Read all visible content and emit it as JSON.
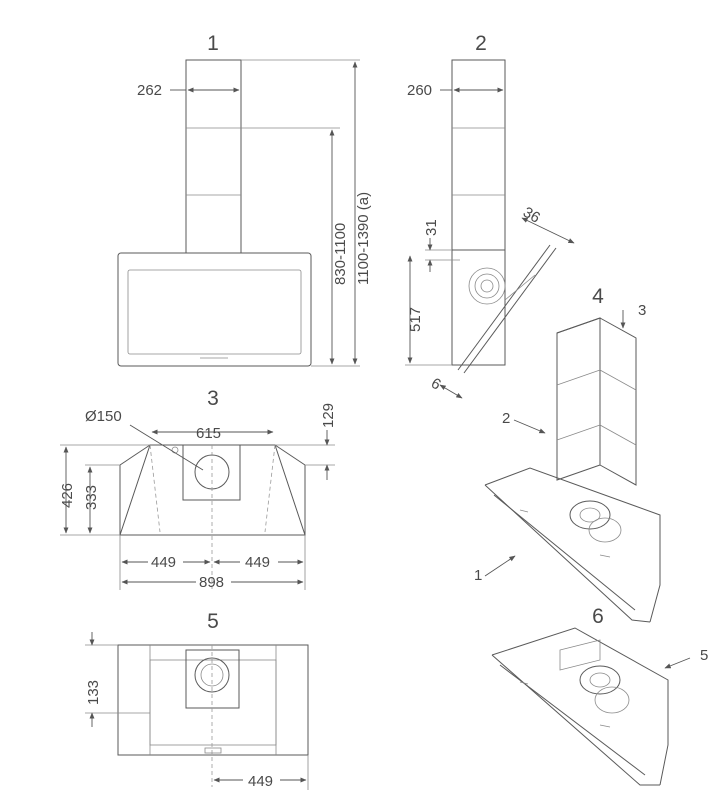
{
  "views": {
    "v1": {
      "number": "1",
      "width": "262",
      "h1": "830-1100",
      "h2": "1100-1390 (a)"
    },
    "v2": {
      "number": "2",
      "width": "260",
      "d36": "36",
      "d31": "31",
      "d517": "517",
      "d6": "6"
    },
    "v3": {
      "number": "3",
      "dia": "Ø150",
      "d615": "615",
      "d129": "129",
      "d426": "426",
      "d333": "333",
      "left449": "449",
      "right449": "449",
      "total898": "898"
    },
    "v4": {
      "number": "4",
      "callout1": "1",
      "callout2": "2",
      "callout3": "3"
    },
    "v5": {
      "number": "5",
      "d133": "133",
      "d449": "449"
    },
    "v6": {
      "number": "6",
      "callout5": "5"
    }
  }
}
